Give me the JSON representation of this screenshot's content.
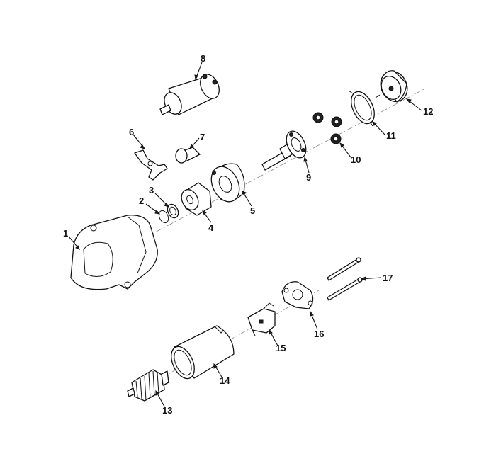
{
  "callouts": [
    {
      "id": "1",
      "label": "1",
      "part": "drive-end-housing"
    },
    {
      "id": "2",
      "label": "2",
      "part": "snap-ring"
    },
    {
      "id": "3",
      "label": "3",
      "part": "stop-collar"
    },
    {
      "id": "4",
      "label": "4",
      "part": "pinion-drive-clutch"
    },
    {
      "id": "5",
      "label": "5",
      "part": "planetary-gear-housing"
    },
    {
      "id": "6",
      "label": "6",
      "part": "shift-lever"
    },
    {
      "id": "7",
      "label": "7",
      "part": "lever-holder"
    },
    {
      "id": "8",
      "label": "8",
      "part": "solenoid-switch"
    },
    {
      "id": "9",
      "label": "9",
      "part": "planet-carrier-shaft"
    },
    {
      "id": "10",
      "label": "10",
      "part": "planet-gear"
    },
    {
      "id": "11",
      "label": "11",
      "part": "internal-gear"
    },
    {
      "id": "12",
      "label": "12",
      "part": "gear-cover"
    },
    {
      "id": "13",
      "label": "13",
      "part": "armature"
    },
    {
      "id": "14",
      "label": "14",
      "part": "yoke"
    },
    {
      "id": "15",
      "label": "15",
      "part": "brush-holder"
    },
    {
      "id": "16",
      "label": "16",
      "part": "rear-bracket"
    },
    {
      "id": "17",
      "label": "17",
      "part": "through-bolt"
    }
  ]
}
